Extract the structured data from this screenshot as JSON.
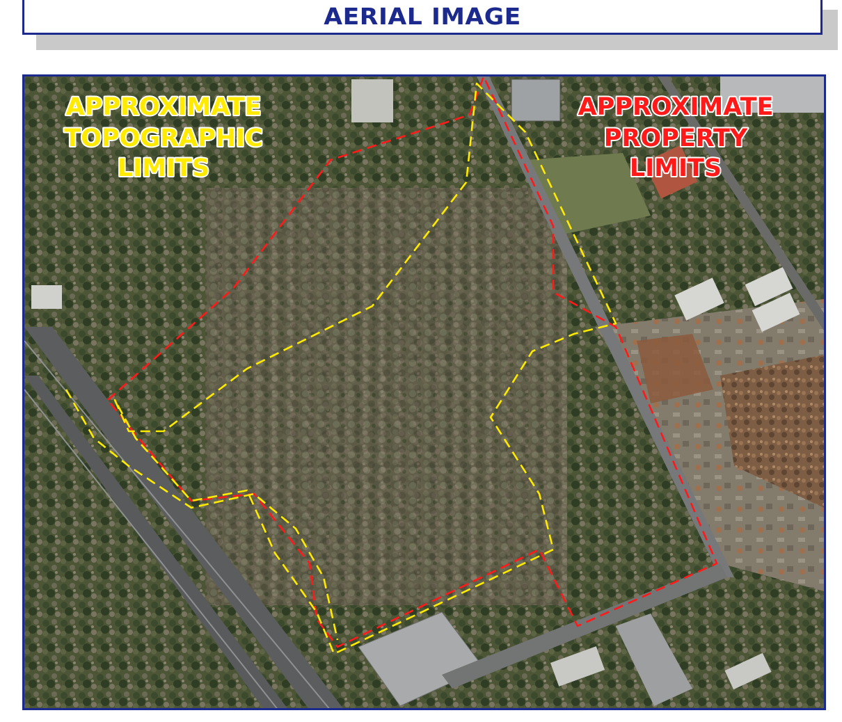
{
  "header": {
    "title": "AERIAL IMAGE"
  },
  "map": {
    "image_description_kind": "aerial-photograph",
    "topographic_label": [
      "APPROXIMATE",
      "TOPOGRAPHIC",
      "LIMITS"
    ],
    "property_label": [
      "APPROXIMATE",
      "PROPERTY",
      "LIMITS"
    ],
    "colors": {
      "topographic_limits": "#ffea00",
      "property_limits": "#ff1a1a",
      "frame": "#1b2a8c",
      "title": "#1b2a8c"
    }
  }
}
